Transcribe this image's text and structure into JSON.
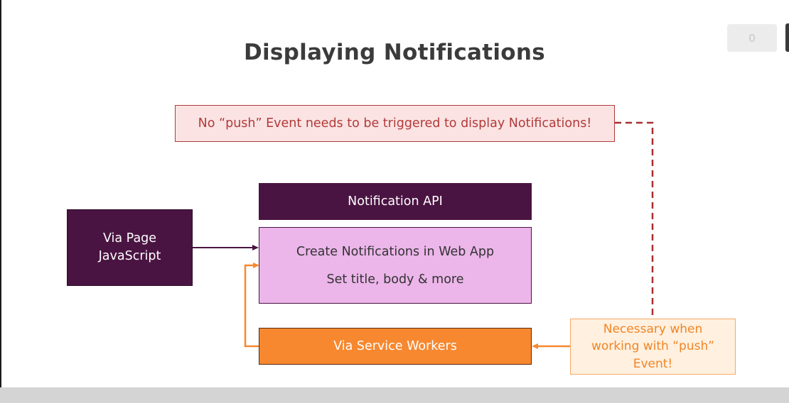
{
  "slide": {
    "title": "Displaying Notifications"
  },
  "diagram": {
    "note_no_push": "No “push” Event needs to be triggered to display Notifications!",
    "notification_api": "Notification API",
    "create_line1": "Create Notifications in Web App",
    "create_line2": "Set title, body & more",
    "via_page_line1": "Via Page",
    "via_page_line2": "JavaScript",
    "via_service_workers": "Via Service Workers",
    "note_push_line1": "Necessary when",
    "note_push_line2": "working with “push”",
    "note_push_line3": "Event!"
  },
  "player": {
    "counter": "0"
  },
  "colors": {
    "dark_purple": "#4a1442",
    "light_purple": "#ecb6ea",
    "orange": "#f7882f",
    "red": "#b23a3a",
    "pale_red": "#fbe3e3",
    "pale_orange": "#fff0df"
  }
}
